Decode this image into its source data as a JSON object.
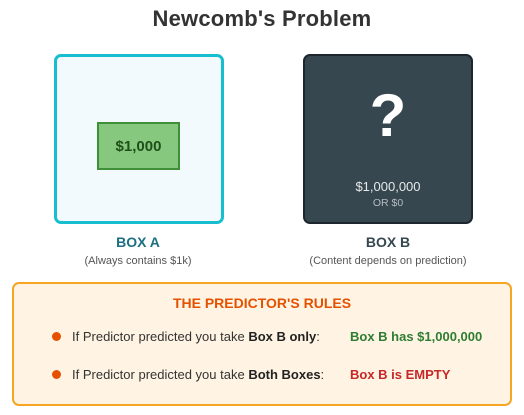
{
  "title": "Newcomb's Problem",
  "box_a": {
    "content": "$1,000",
    "label": "BOX A",
    "sublabel": "(Always contains $1k)"
  },
  "box_b": {
    "symbol": "?",
    "amount": "$1,000,000",
    "alternative": "OR $0",
    "label": "BOX B",
    "sublabel": "(Content depends on prediction)"
  },
  "rules": {
    "title": "THE PREDICTOR'S RULES",
    "items": [
      {
        "prefix": "If Predictor predicted you take ",
        "emphasis": "Box B only",
        "suffix": ":",
        "outcome": "Box B has $1,000,000"
      },
      {
        "prefix": "If Predictor predicted you take ",
        "emphasis": "Both Boxes",
        "suffix": ":",
        "outcome": "Box B is EMPTY"
      }
    ]
  },
  "colors": {
    "box_a_border": "#17becf",
    "box_b_fill": "#37474f",
    "rules_border": "#f5a623",
    "rules_title": "#e65100",
    "positive_outcome": "#2e7d32",
    "negative_outcome": "#c62828"
  }
}
